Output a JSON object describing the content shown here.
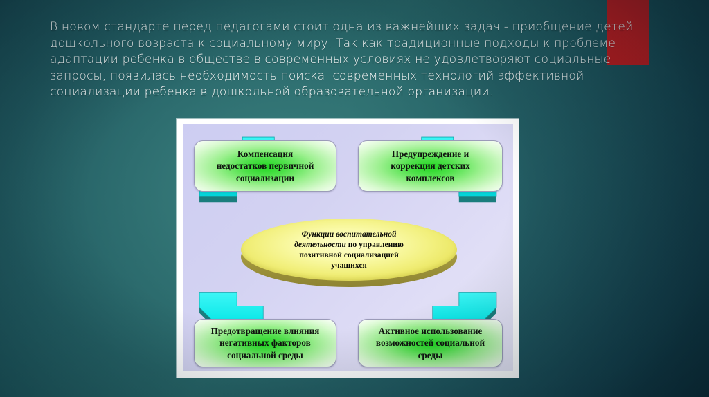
{
  "slide": {
    "background_color": "#1d5a60",
    "accent_color": "#c51a1e",
    "body_text": "В новом стандарте перед педагогами стоит одна из важнейших задач - приобщение детей дошкольного возраста к социальному миру. Так как традиционные подходы к проблеме адаптации ребенка в обществе в современных условиях не удовлетворяют социальные запросы, появилась необходимость поиска  современных технологий эффективной социализации ребенка в дошкольной образовательной организации."
  },
  "diagram": {
    "panel_background": "#d3d2f2",
    "node_color": "#22d822",
    "arrow_color": "#00eaea",
    "arrow_edge_color": "#1a7d7d",
    "center_color": "#f7f59a",
    "center": {
      "line1_em": "Функции воспитательной",
      "line2_em": "деятельности",
      "line2_rest": " по управлению",
      "line3": "позитивной социализацией",
      "line4": "учащихся"
    },
    "nodes": [
      {
        "id": "compensation",
        "position": "top-left",
        "label": "Компенсация\nнедостатков первичной\nсоциализации"
      },
      {
        "id": "prevention-correction",
        "position": "top-right",
        "label": "Предупреждение и\nкоррекция детских\nкомплексов"
      },
      {
        "id": "negative-factors",
        "position": "bottom-left",
        "label": "Предотвращение влияния\nнегативных факторов\nсоциальной среды"
      },
      {
        "id": "active-use",
        "position": "bottom-right",
        "label": "Активное использование\nвозможностей социальной\nсреды"
      }
    ],
    "arrows": [
      {
        "id": "arrow-top-left-to-center",
        "from": "compensation",
        "to": "center"
      },
      {
        "id": "arrow-top-right-to-center",
        "from": "prevention-correction",
        "to": "center"
      },
      {
        "id": "arrow-bottom-left-to-center",
        "from": "negative-factors",
        "to": "center"
      },
      {
        "id": "arrow-bottom-right-to-center",
        "from": "active-use",
        "to": "center"
      }
    ]
  }
}
